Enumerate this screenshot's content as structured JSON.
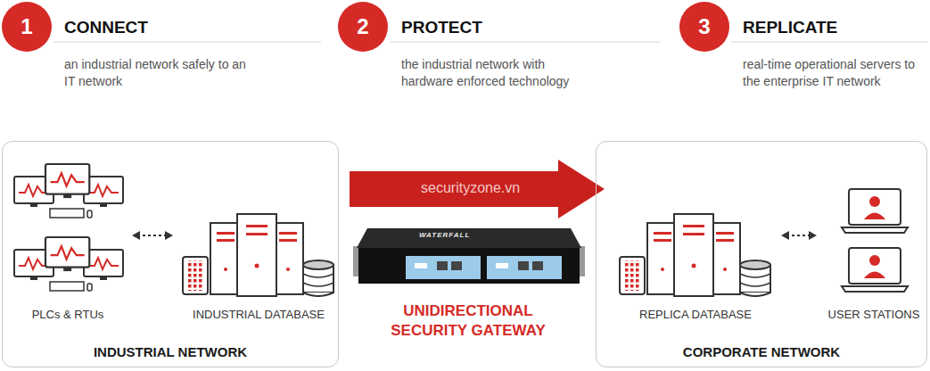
{
  "diagram": {
    "nodes": [
      {
        "text": [
          "1"
        ]
      },
      {
        "text": [
          "2"
        ]
      },
      {
        "text": [
          "3"
        ]
      },
      {
        "text": [
          "INDUSTRIAL NETWORK"
        ]
      },
      {
        "text": [
          "PLCs & RTUs"
        ],
        "in": 3
      },
      {
        "text": [
          "INDUSTRIAL DATABASE"
        ],
        "in": 3
      },
      {
        "text": [
          "UNIDIRECTIONAL SECURITY GATEWAY"
        ]
      },
      {
        "text": [
          "CORPORATE NETWORK"
        ]
      },
      {
        "text": [
          "REPLICA DATABASE"
        ],
        "in": 7
      },
      {
        "text": [
          "USER STATIONS"
        ],
        "in": 7
      }
    ],
    "edges": [
      {
        "from": 4,
        "to": 5,
        "arrow": "both"
      },
      {
        "from": 3,
        "to": 7,
        "arrow": "to"
      },
      {
        "from": 8,
        "to": 9,
        "arrow": "both"
      }
    ],
    "labels": [
      "CONNECT",
      "an industrial network safely to an IT network",
      "PROTECT",
      "the industrial network with hardware enforced technology",
      "REPLICATE",
      "real-time operational servers to the enterprise IT network",
      "WATERFALL",
      "securityzone.vn"
    ]
  }
}
